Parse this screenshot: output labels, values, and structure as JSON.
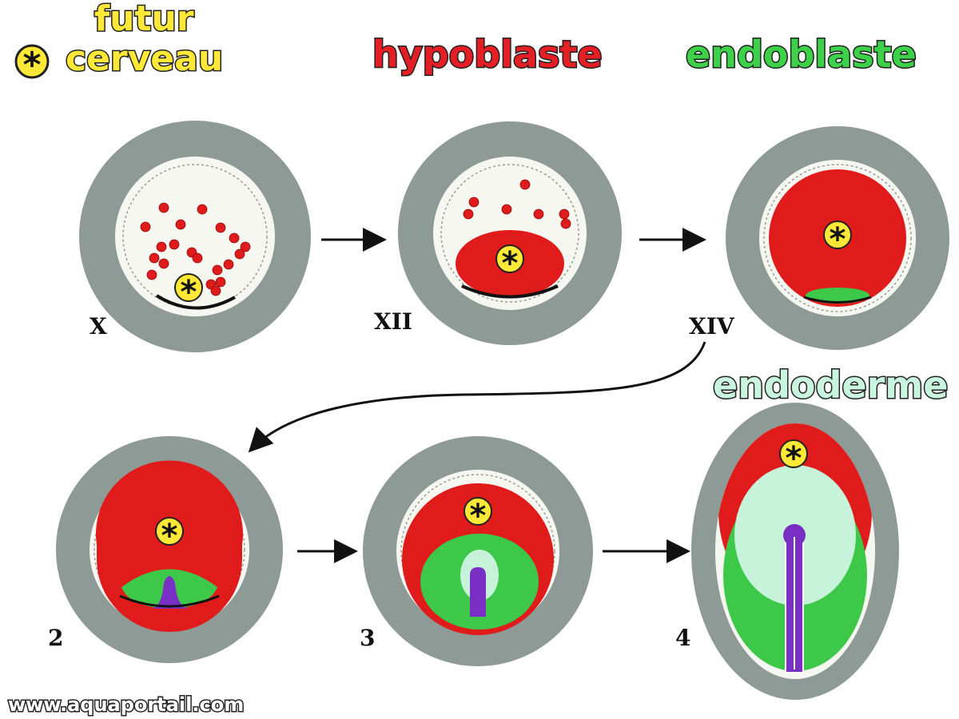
{
  "legend": {
    "futur": "futur",
    "cerveau": "cerveau",
    "hypoblaste": "hypoblaste",
    "endoblaste": "endoblaste",
    "endoderme": "endoderme"
  },
  "stages": {
    "s1": "X",
    "s2": "XII",
    "s3": "XIV",
    "s4": "2",
    "s5": "3",
    "s6": "4"
  },
  "footer": {
    "url": "www.aquaportail.com"
  },
  "colors": {
    "gray_ring": "#8e9a95",
    "inner_white": "#f7f7f2",
    "red": "#e01b1b",
    "green": "#3ec84a",
    "pale_green": "#c6f3da",
    "purple": "#7a2fc4",
    "yellow": "#ffe837",
    "hypoblaste_text": "#e31e24",
    "endoblaste_text": "#3dd14a",
    "endoderme_text": "#c9f4de"
  }
}
